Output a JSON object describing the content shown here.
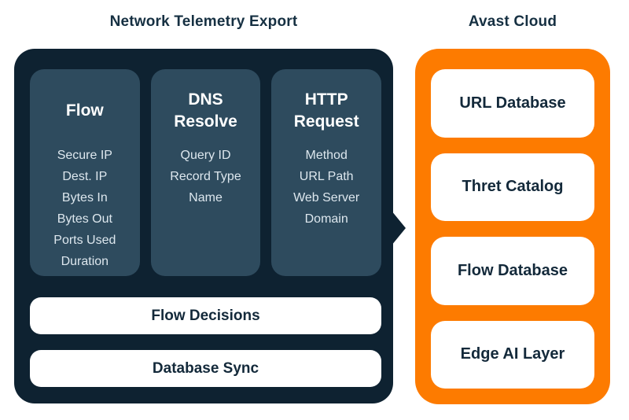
{
  "colors": {
    "background": "#ffffff",
    "panel_dark_navy": "#0e2231",
    "column_slate": "#2e4b5e",
    "cloud_orange": "#fd7b00",
    "card_white": "#ffffff",
    "title_text": "#163042",
    "card_text": "#13293a",
    "list_text": "#dde7ee"
  },
  "left": {
    "title": "Network Telemetry Export",
    "columns": [
      {
        "title": "Flow",
        "items": [
          "Secure IP",
          "Dest. IP",
          "Bytes In",
          "Bytes Out",
          "Ports Used",
          "Duration"
        ]
      },
      {
        "title": "DNS Resolve",
        "items": [
          "Query ID",
          "Record Type",
          "Name"
        ]
      },
      {
        "title": "HTTP Request",
        "items": [
          "Method",
          "URL Path",
          "Web Server Domain"
        ]
      }
    ],
    "pills": [
      "Flow Decisions",
      "Database Sync"
    ]
  },
  "right": {
    "title": "Avast Cloud",
    "cards": [
      "URL Database",
      "Thret Catalog",
      "Flow Database",
      "Edge AI Layer"
    ]
  }
}
